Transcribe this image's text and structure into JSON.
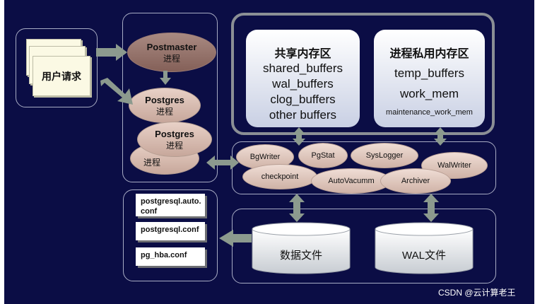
{
  "user_request": "用户请求",
  "postmaster": {
    "title": "Postmaster",
    "sub": "进程"
  },
  "postgres_procs": [
    {
      "title": "Postgres",
      "sub": "进程"
    },
    {
      "title": "Postgres",
      "sub": "进程"
    },
    {
      "title": "P",
      "sub": "进程"
    }
  ],
  "shared_memory": {
    "title": "共享内存区",
    "items": [
      "shared_buffers",
      "wal_buffers",
      "clog_buffers",
      "other buffers"
    ]
  },
  "private_memory": {
    "title": "进程私用内存区",
    "items": [
      "temp_buffers",
      "work_mem",
      "maintenance_work_mem"
    ]
  },
  "background_processes": [
    "BgWriter",
    "PgStat",
    "SysLogger",
    "WalWriter",
    "checkpoint",
    "AutoVacumm",
    "Archiver"
  ],
  "config_files": [
    "postgresql.auto.\nconf",
    "postgresql.conf",
    "pg_hba.conf"
  ],
  "storage": {
    "data_files": "数据文件",
    "wal_files": "WAL文件"
  },
  "watermark": "CSDN @云计算老王",
  "colors": {
    "background": "#0b0d45",
    "arrow": "#8c9a8e",
    "process_fill": "#c9aa9e"
  }
}
